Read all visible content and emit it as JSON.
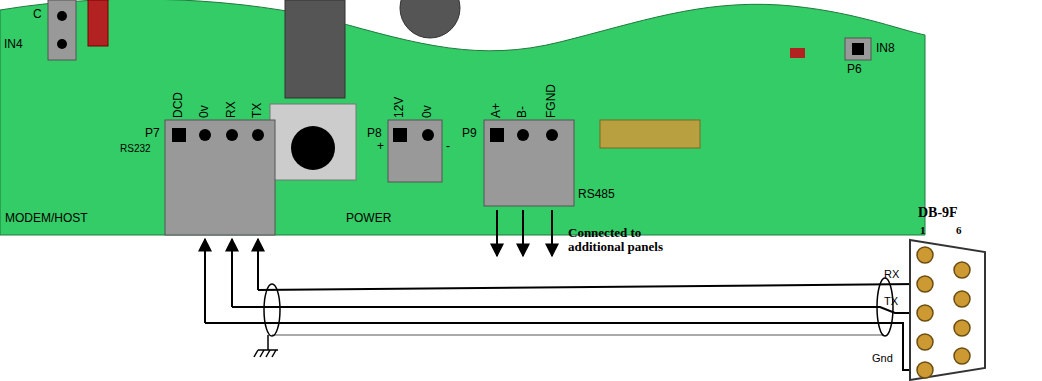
{
  "diagram": {
    "labels": [
      "C",
      "IN4",
      "DCD",
      "0v",
      "RX",
      "TX",
      "P7",
      "RS232",
      "MODEM/HOST",
      "12V",
      "0v",
      "P8",
      "+",
      "-",
      "POWER",
      "A+",
      "B-",
      "FGND",
      "P9",
      "RS485",
      "P6",
      "IN8",
      "Connected to additional panels",
      "DB-9F",
      "1",
      "6",
      "RX",
      "TX",
      "Gnd"
    ]
  }
}
